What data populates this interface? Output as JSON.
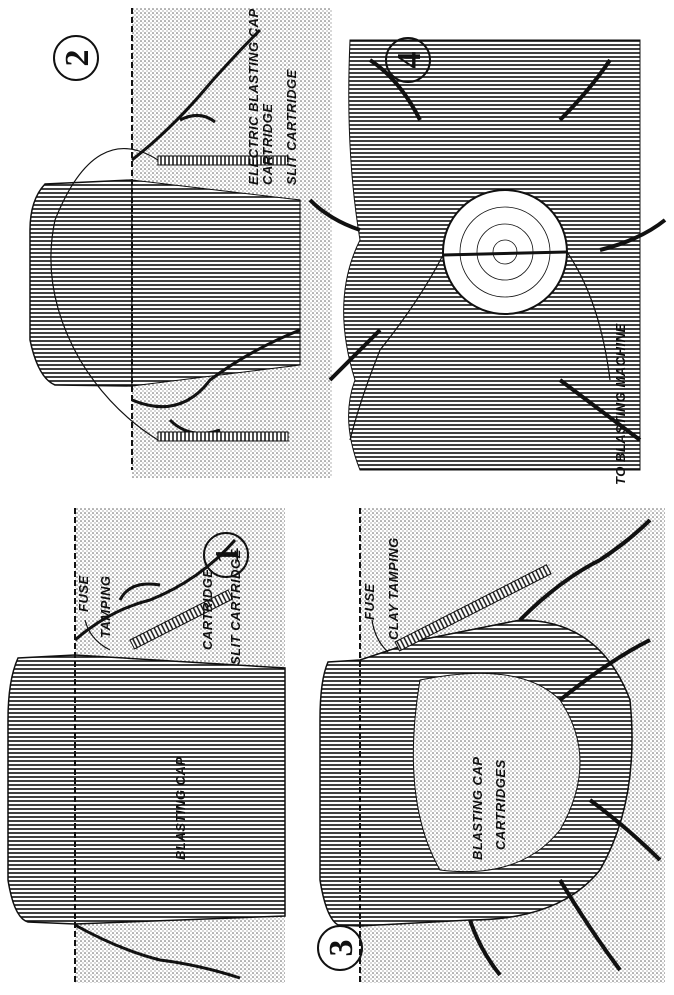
{
  "panel_1": {
    "number": "1",
    "labels": {
      "fuse": "FUSE",
      "tamping": "TAMPING",
      "cartridge": "CARTRIDGE",
      "slit_cartridge": "SLIT CARTRIDGE",
      "blasting_cap": "BLASTING CAP"
    }
  },
  "panel_2": {
    "number": "2",
    "labels": {
      "electric_blasting_cap": "ELECTRIC BLASTING CAP",
      "cartridge": "CARTRIDGE",
      "slit_cartridge": "SLIT CARTRIDGE"
    }
  },
  "panel_3": {
    "number": "3",
    "labels": {
      "fuse": "FUSE",
      "clay_tamping": "CLAY TAMPING",
      "blasting_cap": "BLASTING CAP",
      "cartridges": "CARTRIDGES"
    }
  },
  "panel_4": {
    "number": "4",
    "labels": {
      "to_blasting_machine": "TO BLASTING MACHINE"
    }
  },
  "colors": {
    "ink": "#111111",
    "ground": "#d8d8d8",
    "paper": "#ffffff"
  }
}
